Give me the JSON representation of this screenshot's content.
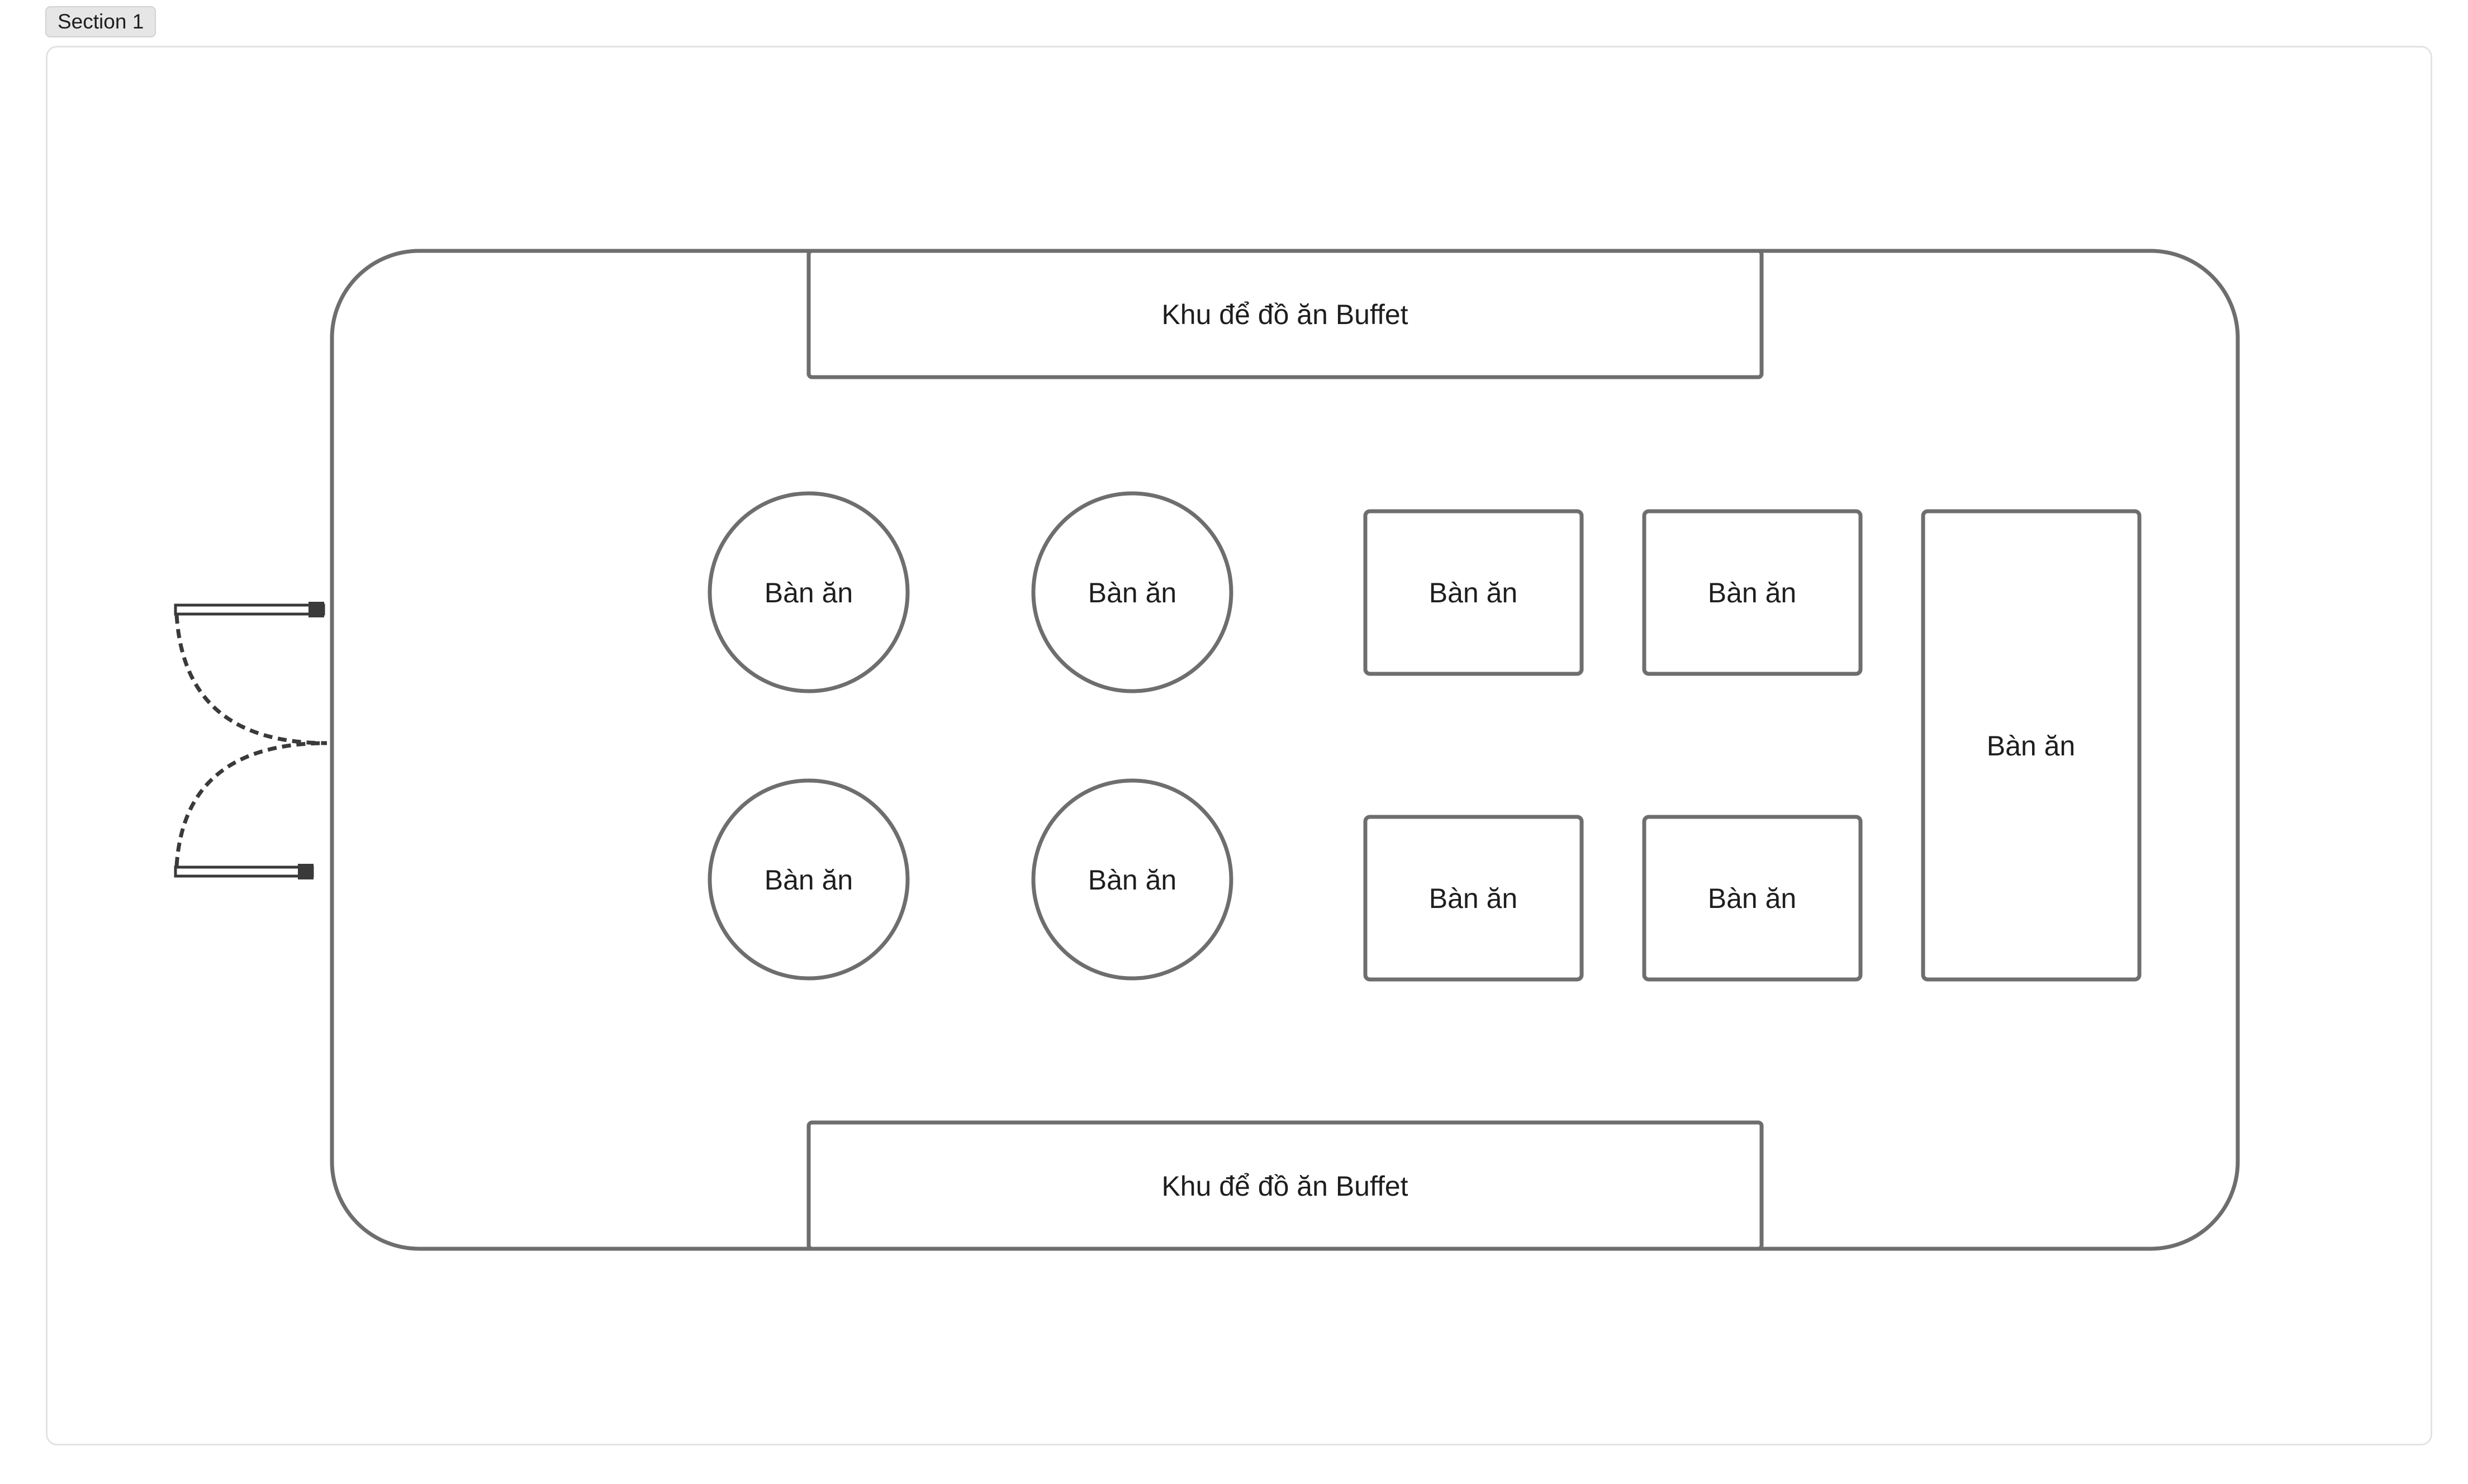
{
  "section": {
    "label": "Section 1"
  },
  "buffet_areas": [
    {
      "label": "Khu để đồ ăn Buffet"
    },
    {
      "label": "Khu để đồ ăn Buffet"
    }
  ],
  "round_tables": [
    {
      "label": "Bàn ăn"
    },
    {
      "label": "Bàn ăn"
    },
    {
      "label": "Bàn ăn"
    },
    {
      "label": "Bàn ăn"
    }
  ],
  "square_tables": [
    {
      "label": "Bàn ăn"
    },
    {
      "label": "Bàn ăn"
    },
    {
      "label": "Bàn ăn"
    },
    {
      "label": "Bàn ăn"
    }
  ],
  "long_table": {
    "label": "Bàn ăn"
  },
  "colors": {
    "outline": "#6e6e6e",
    "text": "#1e1e1e",
    "door": "#3a3a3a",
    "section_tab_bg": "#e6e6e6",
    "section_frame_border": "#e3e3e3"
  }
}
